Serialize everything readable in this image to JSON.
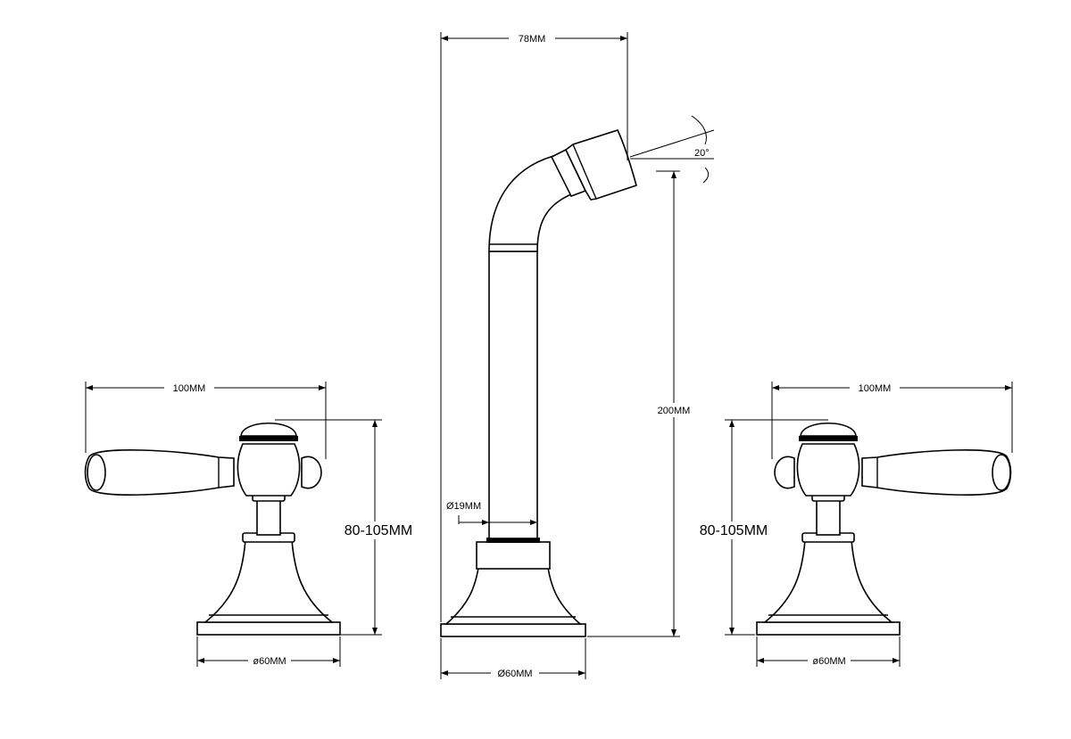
{
  "labels": {
    "spout_width": "78MM",
    "spout_angle": "20°",
    "spout_height": "200MM",
    "spout_pipe_diameter": "Ø19MM",
    "spout_base_diameter": "Ø60MM",
    "left_handle_width": "100MM",
    "left_handle_height": "80-105MM",
    "left_base_diameter": "ø60MM",
    "right_handle_width": "100MM",
    "right_handle_height": "80-105MM",
    "right_base_diameter": "ø60MM"
  }
}
